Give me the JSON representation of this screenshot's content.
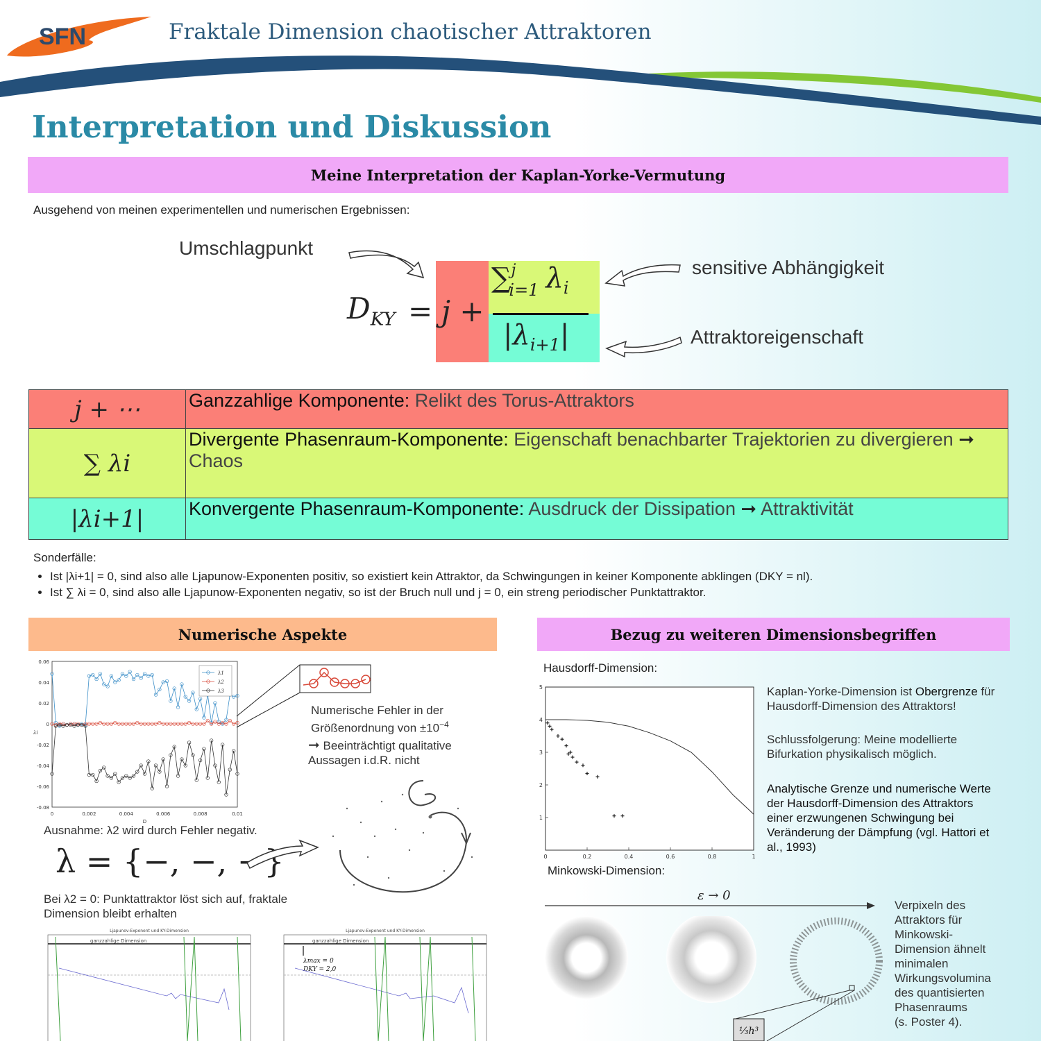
{
  "header": {
    "logo_text": "SFN",
    "title": "Fraktale Dimension chaotischer Attraktoren"
  },
  "section_title": "Interpretation und Diskussion",
  "interpretation": {
    "band_title": "Meine Interpretation der Kaplan-Yorke-Vermutung",
    "intro": "Ausgehend von meinen experimentellen und numerischen Ergebnissen:",
    "label_umschlag": "Umschlagpunkt",
    "label_sensitive": "sensitive Abhängigkeit",
    "label_attraktor": "Attraktoreigenschaft",
    "formula": {
      "lhs": "D",
      "lhs_sub": "KY",
      "eq": "=",
      "j_plus": "j +",
      "numerator": "∑",
      "num_sup": "j",
      "num_sub": "i=1",
      "num_var": "λ",
      "num_var_sub": "i",
      "denominator": "|λ",
      "den_sub": "i+1",
      "den_close": "|"
    },
    "colors": {
      "red": "#fb7f77",
      "yellow": "#d9f877",
      "teal": "#75fcd6"
    }
  },
  "components": [
    {
      "symbol": "j + ⋯",
      "title": "Ganzzahlige Komponente:",
      "text": "Relikt des Torus-Attraktors",
      "color": "#fb7f77"
    },
    {
      "symbol": "∑ λi",
      "title": "Divergente Phasenraum-Komponente:",
      "text": "Eigenschaft benachbarter Trajektorien zu divergieren",
      "arrow": "➞",
      "tail": "Chaos",
      "color": "#d9f877"
    },
    {
      "symbol": "|λi+1|",
      "title": "Konvergente Phasenraum-Komponente:",
      "text": "Ausdruck der Dissipation",
      "arrow": "➞",
      "tail": "Attraktivität",
      "color": "#75fcd6"
    }
  ],
  "sonderfaelle": {
    "heading": "Sonderfälle:",
    "items": [
      "Ist |λi+1| = 0, sind also alle Ljapunow-Exponenten positiv, so existiert kein Attraktor, da Schwingungen in keiner Komponente abklingen (DKY = nl).",
      "Ist ∑ λi = 0, sind also alle Ljapunow-Exponenten negativ, so ist der Bruch null und j = 0, ein streng periodischer Punktattraktor."
    ]
  },
  "numerisch": {
    "band_title": "Numerische Aspekte",
    "color": "#fdba8c",
    "fehler_text_1": "Numerische Fehler in der",
    "fehler_text_2": "Größenordnung von ±10",
    "fehler_exp": "−4",
    "beeintraechtigt_1": "Beeinträchtigt qualitative",
    "beeintraechtigt_2": "Aussagen i.d.R. nicht",
    "ausnahme": "Ausnahme: λ2 wird durch Fehler negativ.",
    "lambda_set": "λ = {−, −, −}",
    "punkt_1": "Bei λ2 = 0: Punktattraktor löst sich auf, fraktale",
    "punkt_2": "Dimension bleibt erhalten",
    "bottom_chart_title": "Ljapunov-Exponent und KY-Dimension",
    "bottom_chart_label": "ganzzahlige Dimension",
    "bottom_chart_note_1": "λmax = 0",
    "bottom_chart_note_2": "DKY = 2,0"
  },
  "chart_data": [
    {
      "type": "line",
      "title": "",
      "xlabel": "D",
      "ylabel": "λi",
      "xlim": [
        0,
        0.01
      ],
      "ylim": [
        -0.08,
        0.06
      ],
      "x_ticks": [
        "0",
        "0.002",
        "0.004",
        "0.006",
        "0.008",
        "0.01"
      ],
      "y_ticks": [
        "0.06",
        "0.04",
        "0.02",
        "0",
        "-0.02",
        "-0.04",
        "-0.06",
        "-0.08"
      ],
      "legend": "top-right",
      "series": [
        {
          "name": "λ1",
          "color": "#3d8fc8",
          "x": [
            0,
            0.0002,
            0.0004,
            0.0006,
            0.0008,
            0.001,
            0.0012,
            0.0014,
            0.0016,
            0.0018,
            0.002,
            0.0022,
            0.0024,
            0.0026,
            0.0028,
            0.003,
            0.0032,
            0.0034,
            0.0036,
            0.0038,
            0.004,
            0.0042,
            0.0044,
            0.0046,
            0.0048,
            0.005,
            0.0052,
            0.0054,
            0.0056,
            0.0058,
            0.006,
            0.0062,
            0.0064,
            0.0066,
            0.0068,
            0.007,
            0.0072,
            0.0074,
            0.0076,
            0.0078,
            0.008,
            0.0082,
            0.0084,
            0.0086,
            0.0088,
            0.009,
            0.0092,
            0.0094,
            0.0096,
            0.0098,
            0.01
          ],
          "values": [
            0.048,
            0.001,
            -0.002,
            0.0,
            -0.001,
            0.0,
            0.0,
            -0.001,
            0.0,
            -0.001,
            0.046,
            0.047,
            0.043,
            0.048,
            0.038,
            0.036,
            0.046,
            0.04,
            0.042,
            0.048,
            0.046,
            0.05,
            0.043,
            0.047,
            0.044,
            0.048,
            0.046,
            0.047,
            0.028,
            0.033,
            0.04,
            0.041,
            0.022,
            0.034,
            0.016,
            0.038,
            0.026,
            0.022,
            0.03,
            0.014,
            0.024,
            0.006,
            0.028,
            0.001,
            0.02,
            0.002,
            0.0,
            0.004,
            0.028,
            0.026,
            0.027
          ]
        },
        {
          "name": "λ2",
          "color": "#d84a3a",
          "x": [
            0,
            0.0002,
            0.0004,
            0.0006,
            0.0008,
            0.001,
            0.0012,
            0.0014,
            0.0016,
            0.0018,
            0.002,
            0.0022,
            0.0024,
            0.0026,
            0.0028,
            0.003,
            0.0032,
            0.0034,
            0.0036,
            0.0038,
            0.004,
            0.0042,
            0.0044,
            0.0046,
            0.0048,
            0.005,
            0.0052,
            0.0054,
            0.0056,
            0.0058,
            0.006,
            0.0062,
            0.0064,
            0.0066,
            0.0068,
            0.007,
            0.0072,
            0.0074,
            0.0076,
            0.0078,
            0.008,
            0.0082,
            0.0084,
            0.0086,
            0.0088,
            0.009,
            0.0092,
            0.0094,
            0.0096,
            0.0098,
            0.01
          ],
          "values": [
            0.0,
            -0.001,
            0.0,
            0.0,
            -0.001,
            0.0,
            0.0,
            0.0,
            -0.001,
            0.0,
            0.0,
            0.0,
            0.0,
            0.001,
            0.0,
            0.0,
            0.0,
            0.001,
            0.0,
            0.0,
            0.0,
            0.0,
            0.0,
            0.001,
            0.0,
            0.0,
            0.0,
            0.0,
            0.0,
            0.001,
            0.0,
            0.0,
            0.0,
            0.0,
            0.0,
            0.0,
            0.0,
            0.001,
            0.0,
            0.0,
            0.0,
            0.0,
            0.003,
            0.0,
            0.002,
            0.0,
            0.001,
            0.0,
            0.003,
            0.0,
            0.001
          ]
        },
        {
          "name": "λ3",
          "color": "#333333",
          "x": [
            0,
            0.0002,
            0.0004,
            0.0006,
            0.0008,
            0.001,
            0.0012,
            0.0014,
            0.0016,
            0.0018,
            0.002,
            0.0022,
            0.0024,
            0.0026,
            0.0028,
            0.003,
            0.0032,
            0.0034,
            0.0036,
            0.0038,
            0.004,
            0.0042,
            0.0044,
            0.0046,
            0.0048,
            0.005,
            0.0052,
            0.0054,
            0.0056,
            0.0058,
            0.006,
            0.0062,
            0.0064,
            0.0066,
            0.0068,
            0.007,
            0.0072,
            0.0074,
            0.0076,
            0.0078,
            0.008,
            0.0082,
            0.0084,
            0.0086,
            0.0088,
            0.009,
            0.0092,
            0.0094,
            0.0096,
            0.0098,
            0.01
          ],
          "values": [
            -0.048,
            -0.002,
            -0.001,
            -0.002,
            -0.001,
            -0.001,
            -0.002,
            -0.001,
            -0.001,
            -0.002,
            -0.049,
            -0.049,
            -0.055,
            -0.045,
            -0.042,
            -0.05,
            -0.052,
            -0.048,
            -0.056,
            -0.052,
            -0.05,
            -0.052,
            -0.05,
            -0.046,
            -0.04,
            -0.048,
            -0.036,
            -0.062,
            -0.04,
            -0.046,
            -0.034,
            -0.06,
            -0.03,
            -0.022,
            -0.05,
            -0.034,
            -0.04,
            -0.018,
            -0.03,
            -0.054,
            -0.035,
            -0.024,
            -0.052,
            -0.016,
            -0.04,
            -0.056,
            -0.02,
            -0.068,
            -0.044,
            -0.026,
            -0.048
          ]
        }
      ]
    },
    {
      "type": "scatter",
      "title": "",
      "xlabel": "",
      "ylabel": "",
      "xlim": [
        0,
        1
      ],
      "ylim": [
        0,
        5
      ],
      "x_ticks": [
        "0",
        "0.2",
        "0.4",
        "0.6",
        "0.8",
        "1"
      ],
      "y_ticks": [
        "5",
        "4",
        "3",
        "2",
        "1"
      ],
      "curve": {
        "x": [
          0,
          0.1,
          0.2,
          0.3,
          0.4,
          0.5,
          0.6,
          0.7,
          0.8,
          0.9,
          1.0
        ],
        "y": [
          4.0,
          4.0,
          3.98,
          3.92,
          3.8,
          3.6,
          3.35,
          3.0,
          2.4,
          1.7,
          1.1
        ]
      },
      "points": {
        "x": [
          0.01,
          0.02,
          0.03,
          0.06,
          0.08,
          0.1,
          0.12,
          0.11,
          0.13,
          0.15,
          0.18,
          0.2,
          0.25,
          0.33,
          0.37
        ],
        "y": [
          3.9,
          3.8,
          3.7,
          3.5,
          3.4,
          3.2,
          3.0,
          2.95,
          2.85,
          2.7,
          2.6,
          2.35,
          2.25,
          1.05,
          1.05
        ]
      }
    }
  ],
  "bezug": {
    "band_title": "Bezug zu weiteren Dimensionsbegriffen",
    "color": "#f1a8f8",
    "hausdorff_label": "Hausdorff-Dimension:",
    "ky_1": "Kaplan-Yorke-Dimension ist",
    "ky_bold": "Obergrenze",
    "ky_2": "für Hausdorff-Dimension des Attraktors!",
    "schluss": "Schlussfolgerung: Meine modellierte Bifurkation physikalisch möglich.",
    "analytisch": "Analytische Grenze und numerische Werte der Hausdorff-Dimension des Attraktors einer erzwungenen Schwingung bei Veränderung der Dämpfung (vgl. Hattori et al., 1993)",
    "minkowski_label": "Minkowski-Dimension:",
    "epsilon": "ε → 0",
    "verpixeln": [
      "Verpixeln des",
      "Attraktors für",
      "Minkowski-",
      "Dimension ähnelt",
      "minimalen",
      "Wirkungsvolumina",
      "des quantisierten",
      "Phasenraums",
      "(s. Poster 4)."
    ],
    "h_box": "⅓h³"
  }
}
